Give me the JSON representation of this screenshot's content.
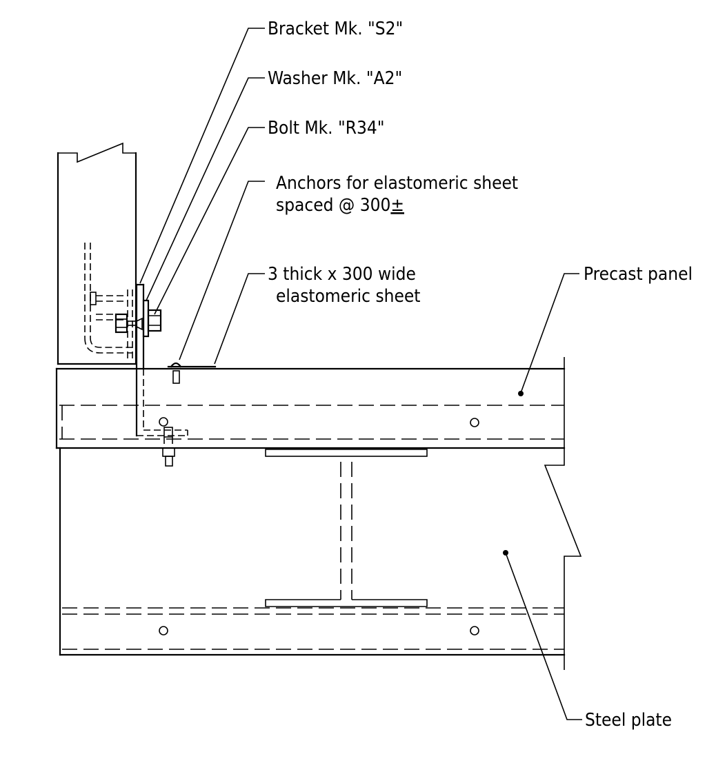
{
  "callouts": {
    "bracket": "Bracket Mk. \"S2\"",
    "washer": "Washer Mk. \"A2\"",
    "bolt": "Bolt Mk. \"R34\"",
    "anchors_line1": "Anchors for elastomeric sheet",
    "anchors_line2": "spaced @ 300",
    "anchors_pm": "±",
    "sheet_line1": "3 thick x 300 wide",
    "sheet_line2": "elastomeric sheet",
    "precast_panel": "Precast panel",
    "steel_plate": "Steel plate"
  }
}
